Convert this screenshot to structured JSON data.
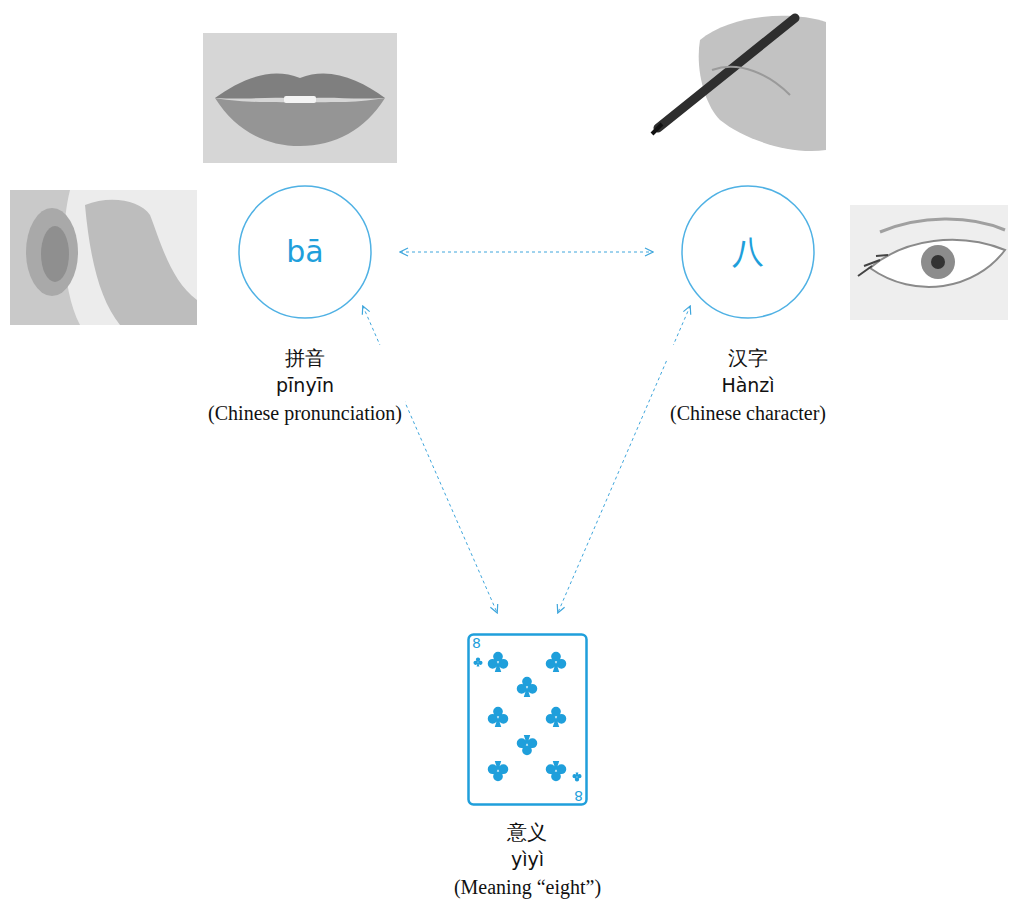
{
  "diagram": {
    "nodes": [
      {
        "text": [
          "bā",
          "拼音",
          "pīnyīn",
          "(Chinese pronunciation)"
        ]
      },
      {
        "text": [
          "八",
          "汉字",
          "Hànzì",
          "(Chinese character)"
        ]
      },
      {
        "text": [
          "8",
          "8",
          "意义",
          "yìyì",
          "(Meaning “eight”)"
        ]
      }
    ],
    "edges": [
      {
        "from": 0,
        "to": 1,
        "arrow": "both"
      },
      {
        "from": 0,
        "to": 2,
        "arrow": "both"
      },
      {
        "from": 1,
        "to": 2,
        "arrow": "both"
      }
    ]
  }
}
